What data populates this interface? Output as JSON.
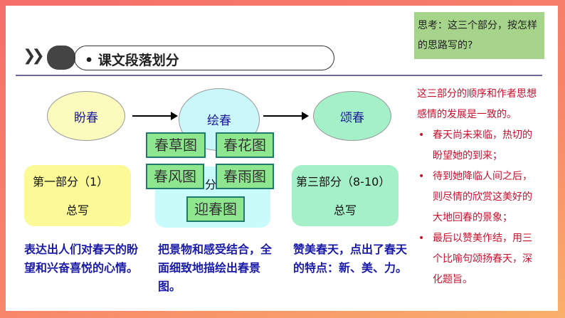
{
  "header": {
    "title": "• 课文段落划分",
    "think": "思考：这三个部分，按怎样的思路写的?"
  },
  "ellipses": [
    "盼春",
    "绘春",
    "颂春"
  ],
  "parts": [
    {
      "label": "第一部分（1）",
      "sub": "总写"
    },
    {
      "label": "分"
    },
    {
      "label": "第三部分（8-10）",
      "sub": "总写"
    }
  ],
  "tags": [
    "春草图",
    "春花图",
    "春风图",
    "春雨图",
    "迎春图"
  ],
  "descriptions": [
    "表达出人们对春天的盼望和兴奋喜悦的心情。",
    "把景物和感受结合，全面细致地描绘出春景图。",
    "赞美春天，点出了春天的特点：新、美、力。"
  ],
  "analysis": {
    "intro": "这三部分的顺序和作者思想感情的发展是一致的。",
    "bullets": [
      "春天尚未来临，热切的盼望她的到来；",
      "待到她降临人间之后，则尽情的欣赏这美好的大地回春的景象；",
      "最后以赞美作结，用三个比喻句颂扬春天，深化题旨。"
    ]
  }
}
